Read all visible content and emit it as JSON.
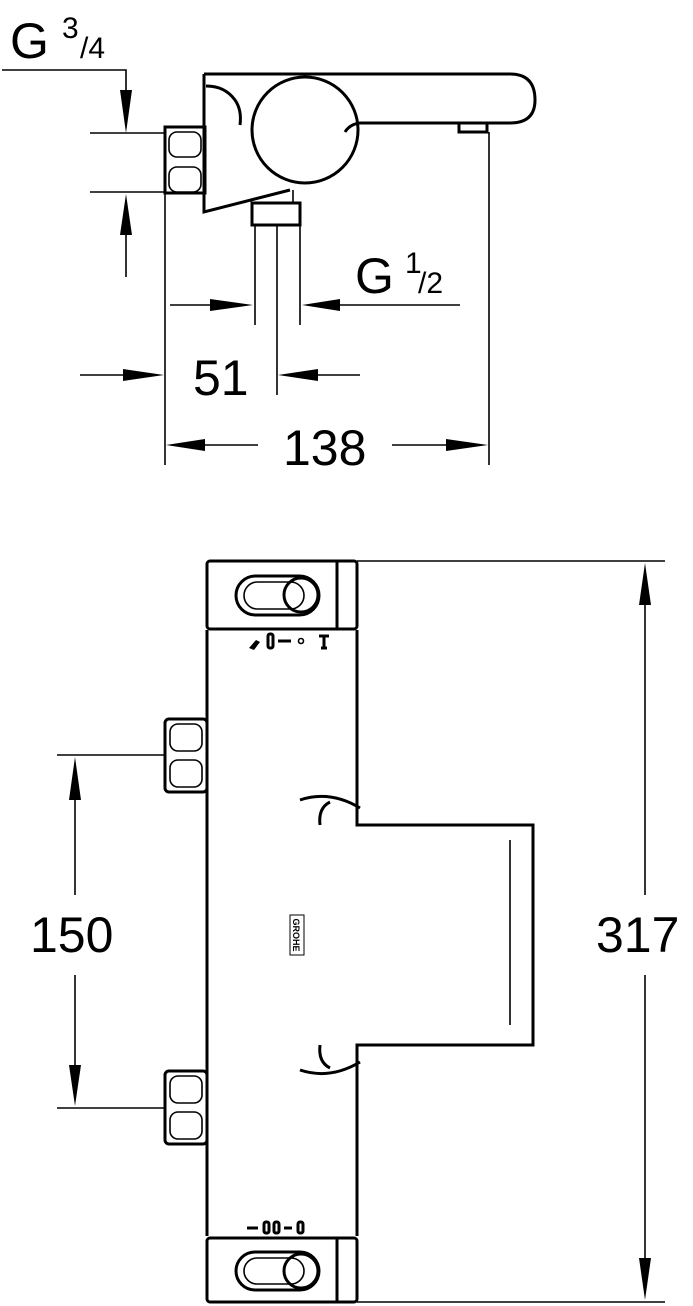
{
  "top_view": {
    "inlet_thread": {
      "prefix": "G",
      "numerator": "3",
      "denominator": "/4"
    },
    "outlet_thread": {
      "prefix": "G",
      "numerator": "1",
      "denominator": "/2"
    },
    "dim_outlet_offset": "51",
    "dim_depth": "138"
  },
  "front_view": {
    "dim_inlet_spacing": "150",
    "dim_height": "317",
    "logo_text": "GROHE"
  }
}
